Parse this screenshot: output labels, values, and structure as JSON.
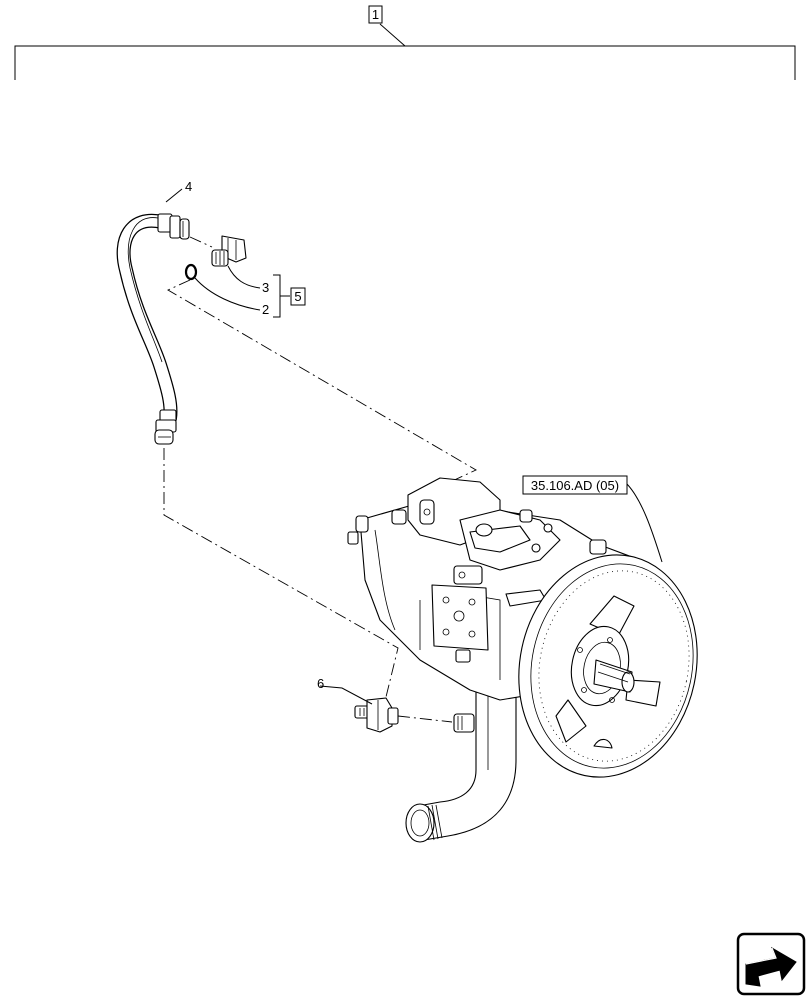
{
  "callouts": {
    "assembly": "1",
    "kit": "5",
    "oring": "2",
    "plug": "3",
    "hose": "4",
    "fitting": "6",
    "reference": "35.106.AD (05)"
  },
  "icons": {
    "navigation": "arrow-icon"
  }
}
